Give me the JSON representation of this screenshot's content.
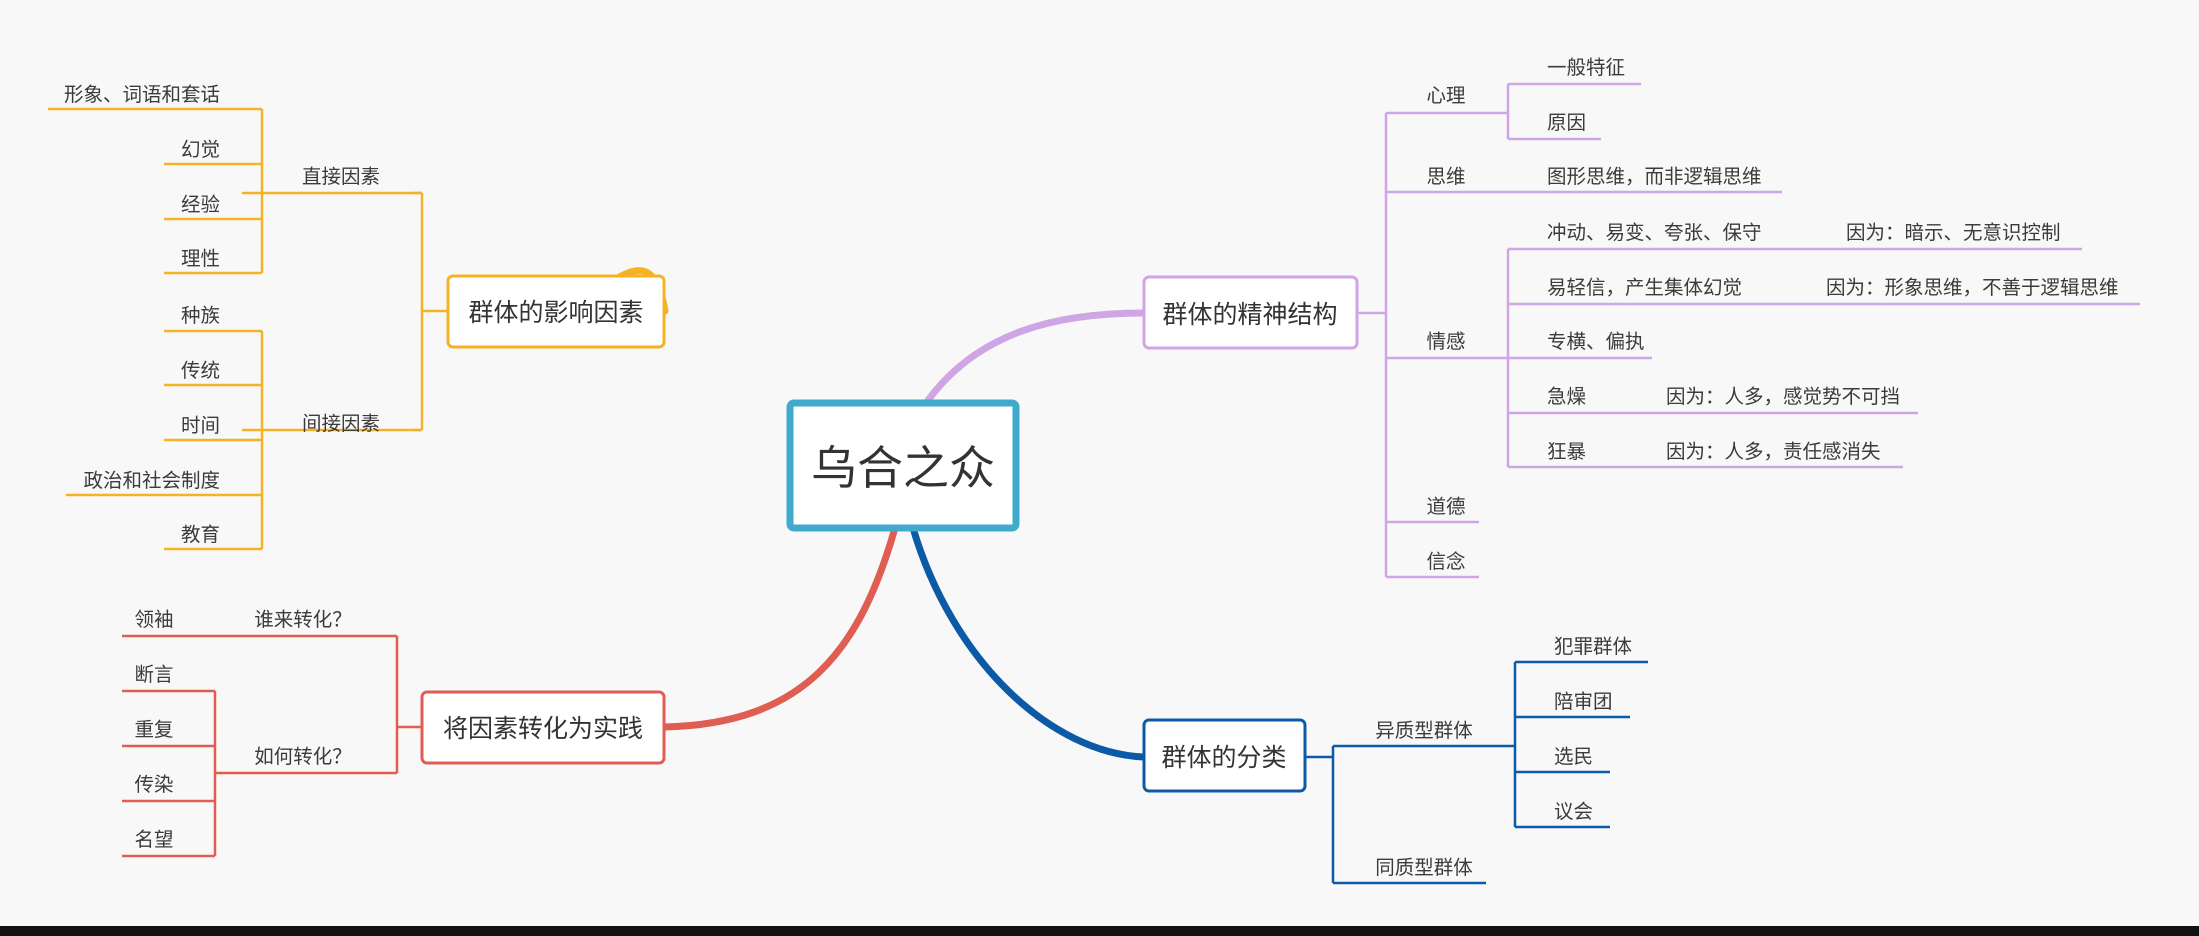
{
  "colors": {
    "background": "#f8f8f9",
    "root_border": "#3faacb",
    "influence": "#f5b324",
    "mental": "#cfa5e6",
    "types": "#0c5aa5",
    "practice": "#e05d52"
  },
  "root": {
    "label": "乌合之众"
  },
  "branches": {
    "influence": {
      "label": "群体的影响因素",
      "direct": {
        "label": "直接因素",
        "items": [
          "形象、词语和套话",
          "幻觉",
          "经验",
          "理性"
        ]
      },
      "indirect": {
        "label": "间接因素",
        "items": [
          "种族",
          "传统",
          "时间",
          "政治和社会制度",
          "教育"
        ]
      }
    },
    "practice": {
      "label": "将因素转化为实践",
      "who": {
        "label": "谁来转化？",
        "items": [
          "领袖"
        ]
      },
      "how": {
        "label": "如何转化？",
        "items": [
          "断言",
          "重复",
          "传染",
          "名望"
        ]
      }
    },
    "mental": {
      "label": "群体的精神结构",
      "psychology": {
        "label": "心理",
        "items": [
          "一般特征",
          "原因"
        ]
      },
      "thinking": {
        "label": "思维",
        "items": [
          "图形思维，而非逻辑思维"
        ]
      },
      "emotion": {
        "label": "情感",
        "items": [
          {
            "label": "冲动、易变、夸张、保守",
            "note": "因为：暗示、无意识控制"
          },
          {
            "label": "易轻信，产生集体幻觉",
            "note": "因为：形象思维，不善于逻辑思维"
          },
          {
            "label": "专横、偏执",
            "note": ""
          },
          {
            "label": "急燥",
            "note": "因为：人多，感觉势不可挡"
          },
          {
            "label": "狂暴",
            "note": "因为：人多，责任感消失"
          }
        ]
      },
      "morality": {
        "label": "道德"
      },
      "belief": {
        "label": "信念"
      }
    },
    "types": {
      "label": "群体的分类",
      "heterogeneous": {
        "label": "异质型群体",
        "items": [
          "犯罪群体",
          "陪审团",
          "选民",
          "议会"
        ]
      },
      "homogeneous": {
        "label": "同质型群体"
      }
    }
  }
}
